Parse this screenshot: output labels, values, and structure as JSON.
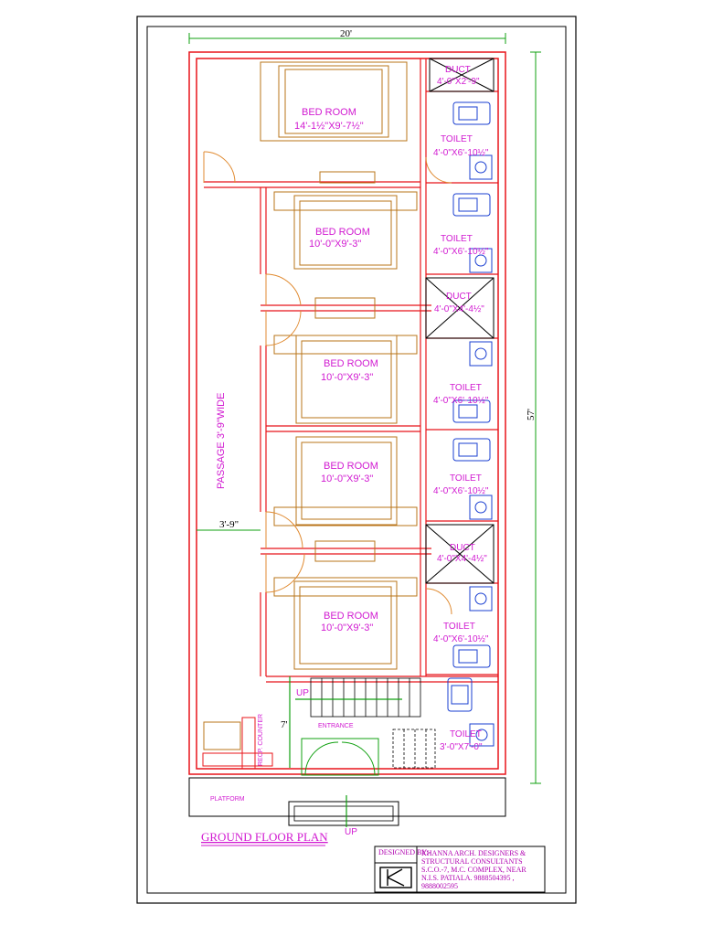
{
  "drawing": {
    "title": "GROUND FLOOR PLAN",
    "dimensions": {
      "width": "20'",
      "length": "57'",
      "passage": "3'-9\"",
      "stair": "7'"
    },
    "passage_label": "PASSAGE 3'-9\"WIDE",
    "rooms": [
      {
        "name": "BED ROOM",
        "size": "14'-1½\"X9'-7½\""
      },
      {
        "name": "BED ROOM",
        "size": "10'-0\"X9'-3\""
      },
      {
        "name": "BED ROOM",
        "size": "10'-0\"X9'-3\""
      },
      {
        "name": "BED ROOM",
        "size": "10'-0\"X9'-3\""
      },
      {
        "name": "BED ROOM",
        "size": "10'-0\"X9'-3\""
      }
    ],
    "ducts": [
      {
        "name": "DUCT",
        "size": "4'-0\"X2'-9\""
      },
      {
        "name": "DUCT",
        "size": "4'-0\"X4'-4½\""
      },
      {
        "name": "DUCT",
        "size": "4'-0\"X4'-4½\""
      }
    ],
    "toilets": [
      {
        "name": "TOILET",
        "size": "4'-0\"X6'-10½\""
      },
      {
        "name": "TOILET",
        "size": "4'-0\"X6'-10½\""
      },
      {
        "name": "TOILET",
        "size": "4'-0\"X6'-10½\""
      },
      {
        "name": "TOILET",
        "size": "4'-0\"X6'-10½\""
      },
      {
        "name": "TOILET",
        "size": "4'-0\"X6'-10½\""
      },
      {
        "name": "TOILET",
        "size": "3'-0\"X7'-0\""
      }
    ],
    "entrance": "ENTRANCE",
    "platform": "PLATFORM",
    "reception": "RECP. COUNTER",
    "up_labels": [
      "UP",
      "UP"
    ]
  },
  "title_block": {
    "designed_by": "DESIGNED BY:-",
    "firm_lines": [
      "KHANNA ARCH. DESIGNERS &",
      "STRUCTURAL CONSULTANTS",
      "S.C.O.-7, M.C. COMPLEX, NEAR",
      "N.I.S. PATIALA. 9888504395 ,",
      "9888002595"
    ]
  },
  "colors": {
    "wall": "#e8141a",
    "furniture": "#b8741a",
    "label": "#d11ad1",
    "dimension": "#10a010",
    "fixture": "#1a3fd1",
    "door": "#e08a30"
  }
}
